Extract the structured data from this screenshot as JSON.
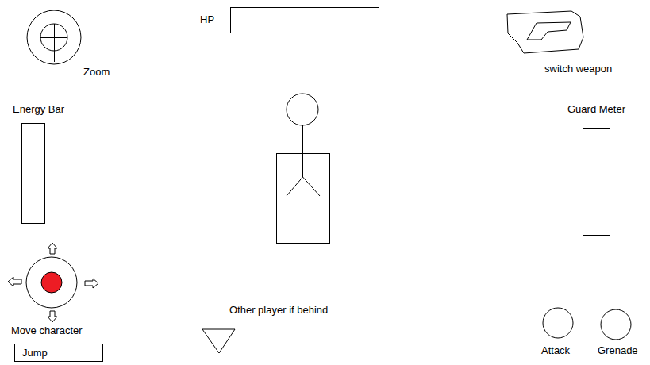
{
  "diagram": {
    "nodes": [
      {
        "text": [
          "Zoom"
        ]
      },
      {
        "text": [
          "HP"
        ]
      },
      {
        "text": [
          "switch weapon"
        ]
      },
      {
        "text": [
          "Energy Bar"
        ]
      },
      {
        "text": [
          "Guard Meter"
        ]
      },
      {
        "text": [
          "Move character"
        ]
      },
      {
        "text": [
          "Other player if behind"
        ]
      },
      {
        "text": [
          "Attack"
        ]
      },
      {
        "text": [
          "Grenade"
        ]
      },
      {
        "text": [
          "Jump"
        ]
      }
    ]
  }
}
